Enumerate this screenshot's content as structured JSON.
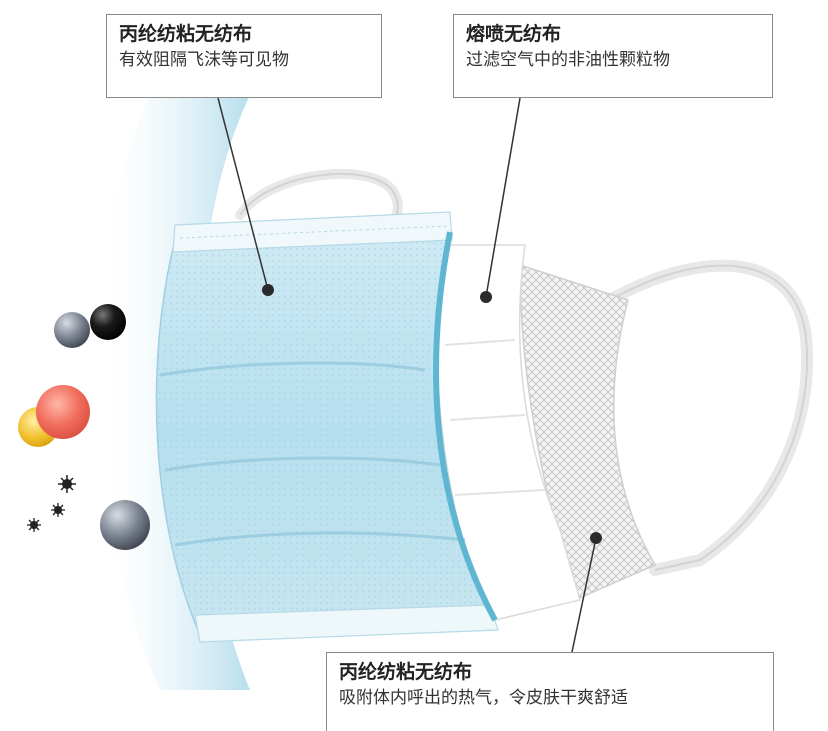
{
  "callouts": {
    "outer_layer": {
      "title": "丙纶纺粘无纺布",
      "desc": "有效阻隔飞沫等可见物"
    },
    "middle_layer": {
      "title": "熔喷无纺布",
      "desc": "过滤空气中的非油性颗粒物"
    },
    "inner_layer": {
      "title": "丙纶纺粘无纺布",
      "desc": "吸附体内呼出的热气，令皮肤干爽舒适"
    }
  },
  "colors": {
    "outer_layer": "#bfe3f0",
    "mask_edge": "#5fb6d2",
    "middle_layer": "#ffffff",
    "inner_layer": "#e6e6e6",
    "shield_glow": "#cfe9f3",
    "particle_gray": "#7d8593",
    "particle_black": "#1a1a1a",
    "particle_red": "#f06a5a",
    "particle_yellow": "#f2c12e"
  },
  "icons": [
    "particle-spheres",
    "germ-icons",
    "ear-loop"
  ]
}
